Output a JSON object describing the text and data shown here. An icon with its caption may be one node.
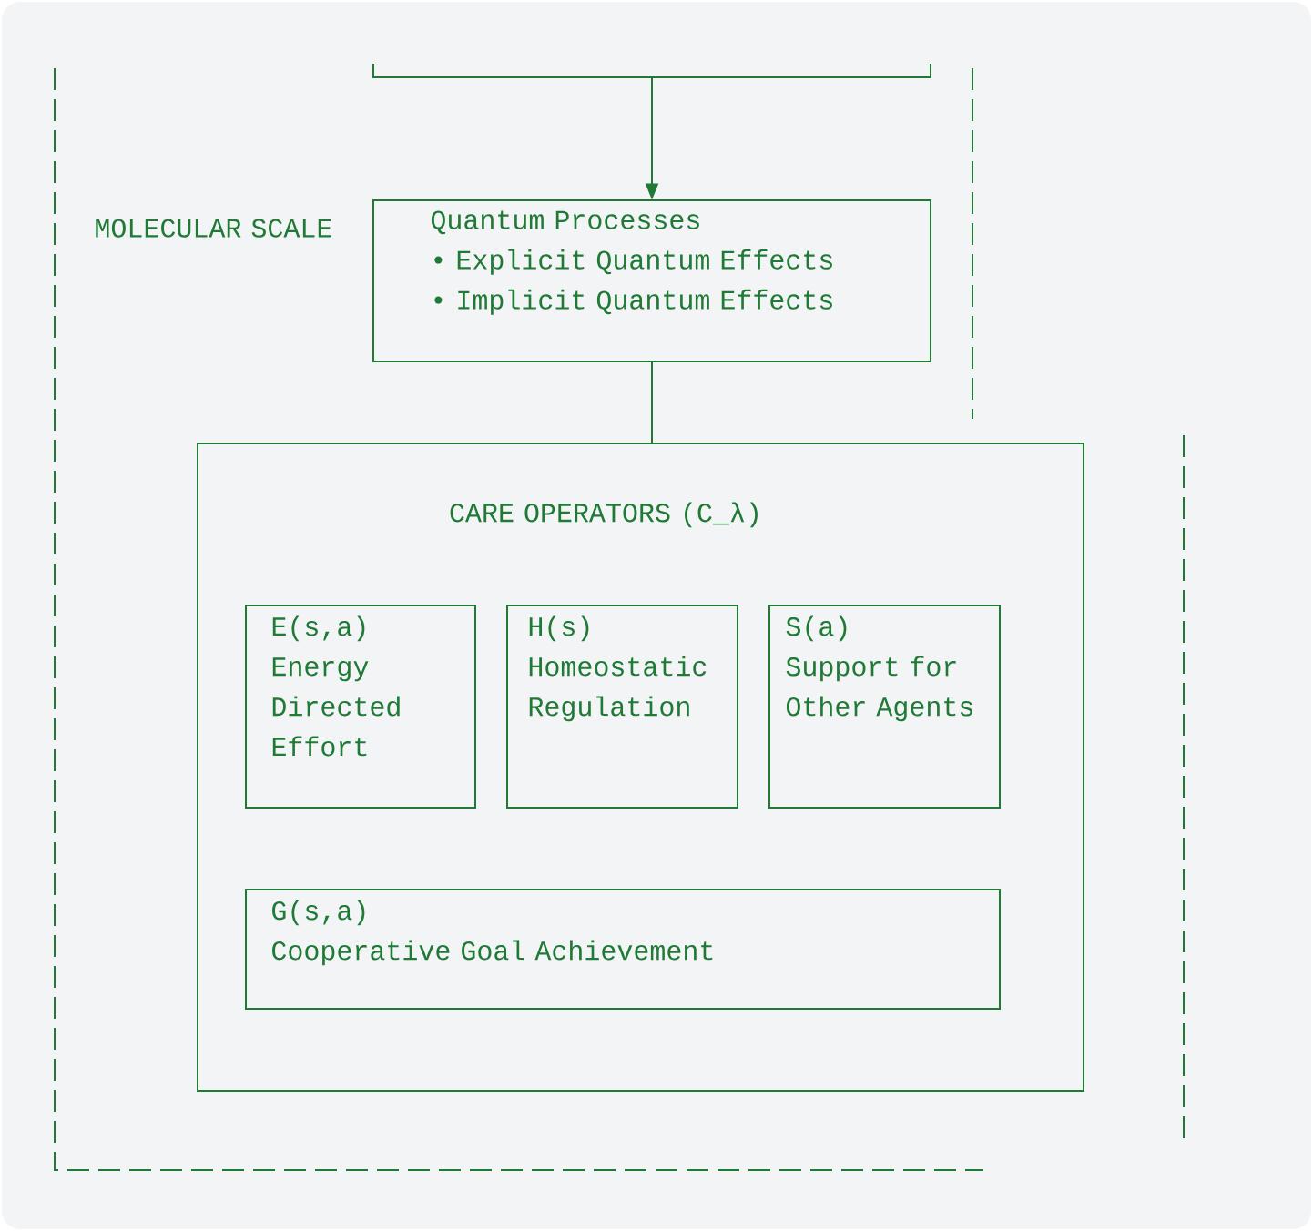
{
  "diagram": {
    "nodes": [
      {
        "text": [
          "MOLECULAR SCALE"
        ]
      },
      {
        "text": [],
        "shape": "box",
        "in": 0
      },
      {
        "text": [
          "Quantum Processes",
          "• Explicit Quantum Effects",
          "• Implicit Quantum Effects"
        ],
        "in": 0
      },
      {
        "text": [
          "CARE OPERATORS (C_λ)"
        ],
        "in": 0
      },
      {
        "text": [
          "E(s,a)",
          "Energy Directed Effort"
        ],
        "in": 3
      },
      {
        "text": [
          "H(s)",
          "Homeostatic Regulation"
        ],
        "in": 3
      },
      {
        "text": [
          "S(a)",
          "Support for Other Agents"
        ],
        "in": 3
      },
      {
        "text": [
          "G(s,a)",
          "Cooperative Goal Achievement"
        ],
        "in": 3
      }
    ],
    "edges": [
      {
        "from": 1,
        "to": 2,
        "arrow": "to"
      },
      {
        "from": 2,
        "to": 3,
        "arrow": "none"
      }
    ]
  }
}
